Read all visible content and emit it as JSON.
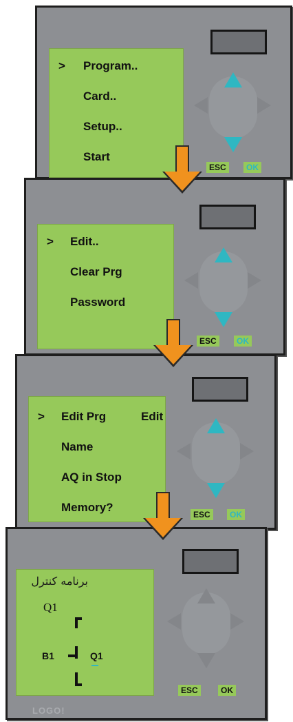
{
  "colors": {
    "screen": "#96c95a",
    "panel": "#8d8f93",
    "accent": "#2fb7c2",
    "flow_arrow": "#f0921e"
  },
  "panels": [
    {
      "cursor": ">",
      "items": [
        "Program..",
        "Card..",
        "Setup..",
        "Start"
      ],
      "keys": {
        "esc": "ESC",
        "ok": "OK"
      }
    },
    {
      "cursor": ">",
      "items": [
        "Edit..",
        "Clear Prg",
        "Password"
      ],
      "keys": {
        "esc": "ESC",
        "ok": "OK"
      }
    },
    {
      "cursor": ">",
      "items": [
        "Edit Prg",
        "Name",
        "AQ in Stop",
        "Memory?"
      ],
      "side_label": "Edit",
      "keys": {
        "esc": "ESC",
        "ok": "OK"
      }
    },
    {
      "title": "برنامه کنترل",
      "output_label": "Q1",
      "input_label": "B1",
      "coil_label": "Q1",
      "keys": {
        "esc": "ESC",
        "ok": "OK"
      },
      "brand": "LOGO!"
    }
  ],
  "icons": [
    "arrow-up-icon",
    "arrow-down-icon",
    "arrow-left-icon",
    "arrow-right-icon",
    "flow-down-arrow-icon"
  ]
}
